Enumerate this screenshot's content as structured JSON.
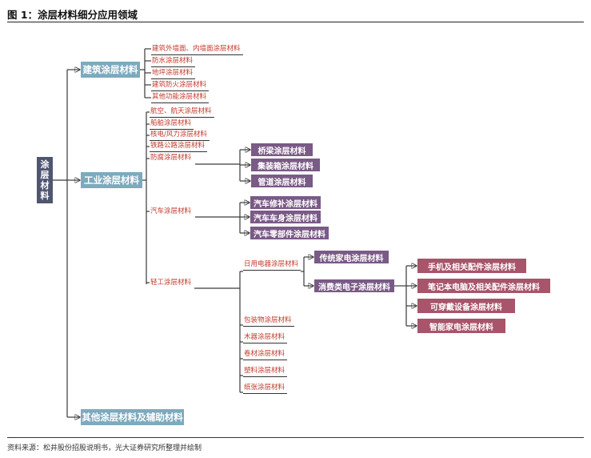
{
  "figure": {
    "title": "图 1：涂层材料细分应用领域",
    "source": "资料来源：松井股份招股说明书，光大证券研究所整理并绘制"
  },
  "root": {
    "label_chars": [
      "涂",
      "层",
      "材",
      "料"
    ]
  },
  "categories": {
    "building": {
      "label": "建筑涂层材料",
      "items": [
        "建筑外墙面、内墙面涂层材料",
        "防水涂层材料",
        "地坪涂层材料",
        "建筑防火涂层材料",
        "其他功能涂层材料"
      ]
    },
    "industrial": {
      "label": "工业涂层材料",
      "items": [
        "航空、航天涂层材料",
        "船舶涂层材料",
        "核电/风力涂层材料",
        "铁路公路涂层材料"
      ],
      "anticorrosion": {
        "label": "防腐涂层材料",
        "children": [
          "桥梁涂层材料",
          "集装箱涂层材料",
          "管道涂层材料"
        ]
      },
      "automotive": {
        "label": "汽车涂层材料",
        "children": [
          "汽车修补涂层材料",
          "汽车车身涂层材料",
          "汽车零部件涂层材料"
        ]
      },
      "light": {
        "label": "轻工涂层材料",
        "appliance": {
          "label": "日用电器涂层材料",
          "traditional": {
            "label": "传统家电涂层材料"
          },
          "consumer": {
            "label": "消费类电子涂层材料",
            "children": [
              "手机及相关配件涂层材料",
              "笔记本电脑及相关配件涂层材料",
              "可穿戴设备涂层材料",
              "智能家电涂层材料"
            ]
          }
        },
        "items": [
          "包装物涂层材料",
          "木器涂层材料",
          "卷材涂层材料",
          "塑料涂层材料",
          "纸张涂层材料"
        ]
      }
    },
    "other": {
      "label": "其他涂层材料及辅助材料"
    }
  }
}
